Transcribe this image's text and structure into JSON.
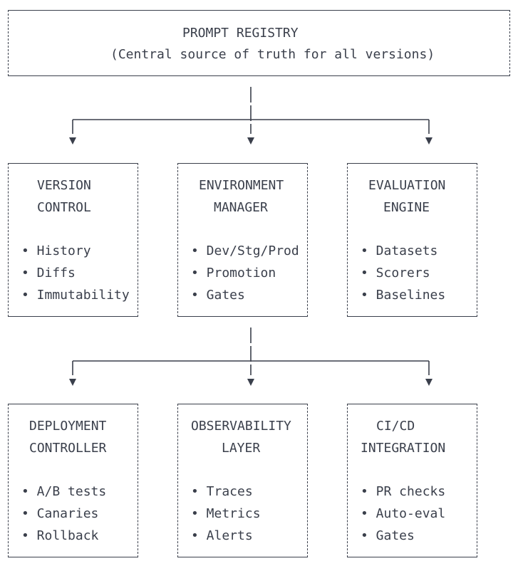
{
  "registry": {
    "title": "PROMPT REGISTRY",
    "subtitle": "(Central source of truth for all versions)"
  },
  "row1": [
    {
      "title1": "VERSION",
      "title2": "CONTROL",
      "items": [
        "• History",
        "• Diffs",
        "• Immutability"
      ]
    },
    {
      "title1": "ENVIRONMENT",
      "title2": "MANAGER",
      "items": [
        "• Dev/Stg/Prod",
        "• Promotion",
        "• Gates"
      ]
    },
    {
      "title1": "EVALUATION",
      "title2": "ENGINE",
      "items": [
        "• Datasets",
        "• Scorers",
        "• Baselines"
      ]
    }
  ],
  "row2": [
    {
      "title1": "DEPLOYMENT",
      "title2": "CONTROLLER",
      "items": [
        "• A/B tests",
        "• Canaries",
        "• Rollback"
      ]
    },
    {
      "title1": "OBSERVABILITY",
      "title2": "LAYER",
      "items": [
        "• Traces",
        "• Metrics",
        "• Alerts"
      ]
    },
    {
      "title1": "CI/CD",
      "title2": "INTEGRATION",
      "items": [
        "• PR checks",
        "• Auto-eval",
        "• Gates"
      ]
    }
  ]
}
